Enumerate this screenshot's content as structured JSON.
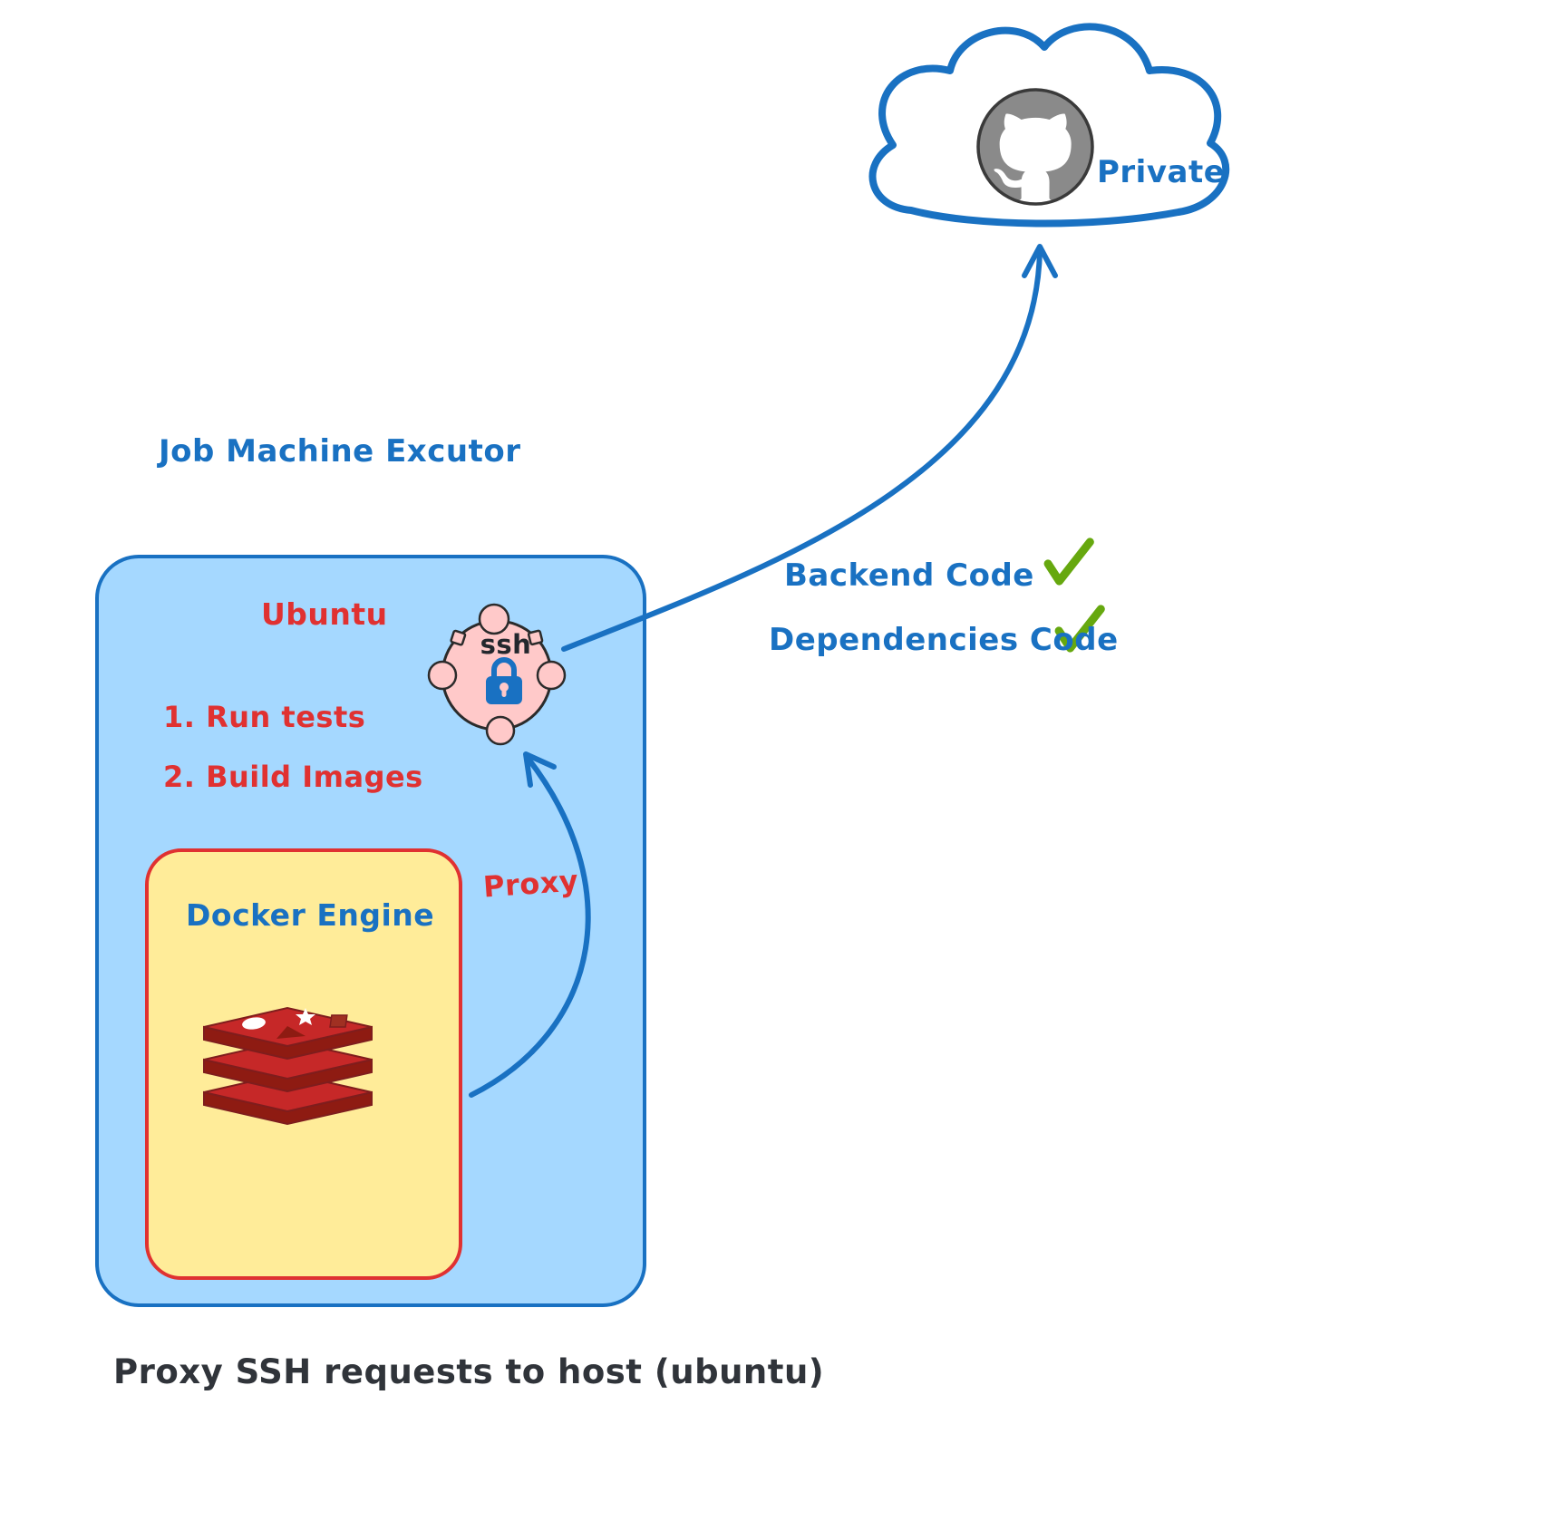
{
  "title": {
    "executor": "Job Machine Excutor"
  },
  "cloud": {
    "label": "Private"
  },
  "machine": {
    "os": "Ubuntu",
    "steps": [
      "1. Run tests",
      "2. Build Images"
    ]
  },
  "docker": {
    "label": "Docker Engine"
  },
  "ssh": {
    "label": "ssh"
  },
  "arrow": {
    "proxy_label": "Proxy"
  },
  "checklist": {
    "items": [
      "Backend Code",
      "Dependencies Code"
    ]
  },
  "caption": "Proxy SSH requests to host (ubuntu)",
  "colors": {
    "blue": "#1971c2",
    "red": "#e03131",
    "green": "#66a80f",
    "machine_fill": "#a5d8ff",
    "docker_fill": "#ffec99",
    "ssh_fill": "#ffc9c9",
    "github_gray": "#8a8a8a"
  }
}
